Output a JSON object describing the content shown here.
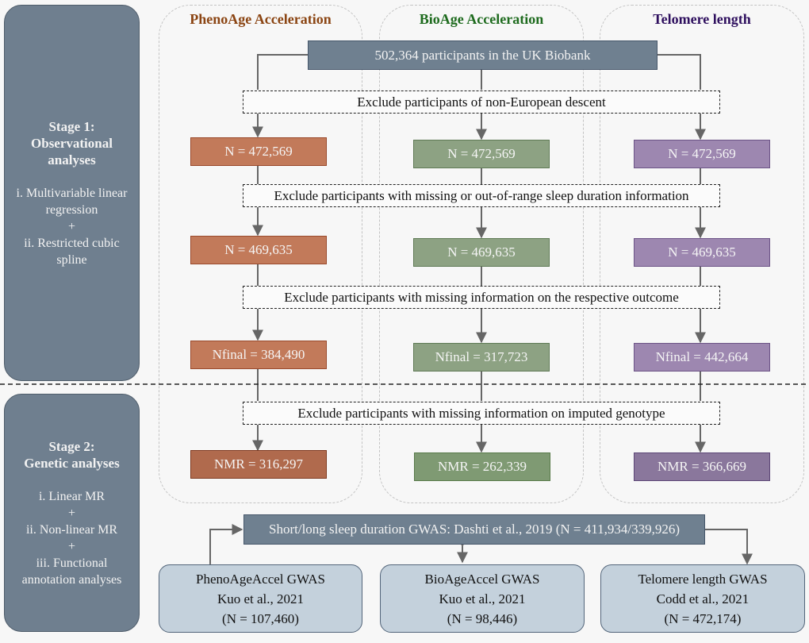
{
  "stages": [
    {
      "title": [
        "Stage 1:",
        "Observational",
        "analyses"
      ],
      "methods": [
        "i. Multivariable linear",
        "regression",
        "+",
        "ii. Restricted cubic",
        "spline"
      ]
    },
    {
      "title": [
        "Stage 2:",
        "Genetic analyses"
      ],
      "methods": [
        "i. Linear MR",
        "+",
        "ii. Non-linear MR",
        "+",
        "iii. Functional",
        "annotation analyses"
      ]
    }
  ],
  "columns": [
    {
      "title": "PhenoAge Acceleration",
      "color": "#8b4513"
    },
    {
      "title": "BioAge Acceleration",
      "color": "#1e6b1e"
    },
    {
      "title": "Telomere length",
      "color": "#2e0f5e"
    }
  ],
  "source": "502,364 participants in the UK Biobank",
  "exclusions": [
    "Exclude participants of non-European descent",
    "Exclude participants with missing or out-of-range sleep duration information",
    "Exclude participants with missing information on the respective outcome",
    "Exclude participants with missing information on imputed genotype"
  ],
  "counts": {
    "after_ancestry": [
      "N = 472,569",
      "N = 472,569",
      "N = 472,569"
    ],
    "after_sleep": [
      "N = 469,635",
      "N = 469,635",
      "N = 469,635"
    ],
    "final_label": "N",
    "final_sub": "final",
    "final_values": [
      "= 384,490",
      "= 317,723",
      "= 442,664"
    ],
    "mr_label": "N",
    "mr_sub": "MR",
    "mr_values": [
      "= 316,297",
      "= 262,339",
      "= 366,669"
    ]
  },
  "sleep_gwas": "Short/long sleep duration GWAS: Dashti et al., 2019 (N = 411,934/339,926)",
  "outcome_gwas": [
    {
      "name": "PhenoAgeAccel GWAS",
      "ref": "Kuo et al., 2021",
      "n": "(N = 107,460)"
    },
    {
      "name": "BioAgeAccel GWAS",
      "ref": "Kuo et al., 2021",
      "n": "(N = 98,446)"
    },
    {
      "name": "Telomere length GWAS",
      "ref": "Codd et al., 2021",
      "n": "(N = 472,174)"
    }
  ]
}
